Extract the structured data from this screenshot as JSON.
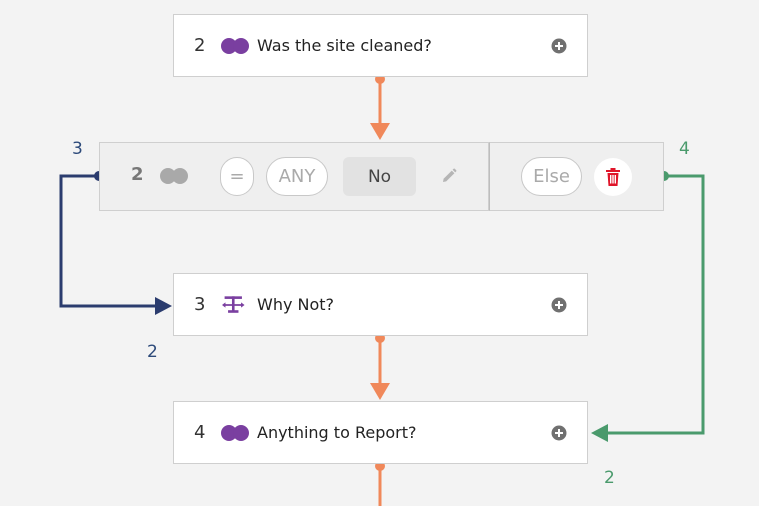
{
  "colors": {
    "accent_orange": "#f0885a",
    "navy": "#2b3c6e",
    "green": "#4a9a6c",
    "purple": "#7a3fa0",
    "delete_red": "#e0152a"
  },
  "nodes": [
    {
      "number": "2",
      "text": "Was the site cleaned?",
      "icon": "toggle-circles-icon"
    },
    {
      "number": "3",
      "text": "Why Not?",
      "icon": "text-cursor-icon"
    },
    {
      "number": "4",
      "text": "Anything to Report?",
      "icon": "toggle-circles-icon"
    }
  ],
  "branch": {
    "number": "2",
    "operator": "=",
    "match": "ANY",
    "value": "No",
    "else_label": "Else"
  },
  "connection_labels": {
    "left_target": "3",
    "left_arrival": "2",
    "right_target": "4",
    "right_arrival": "2"
  }
}
